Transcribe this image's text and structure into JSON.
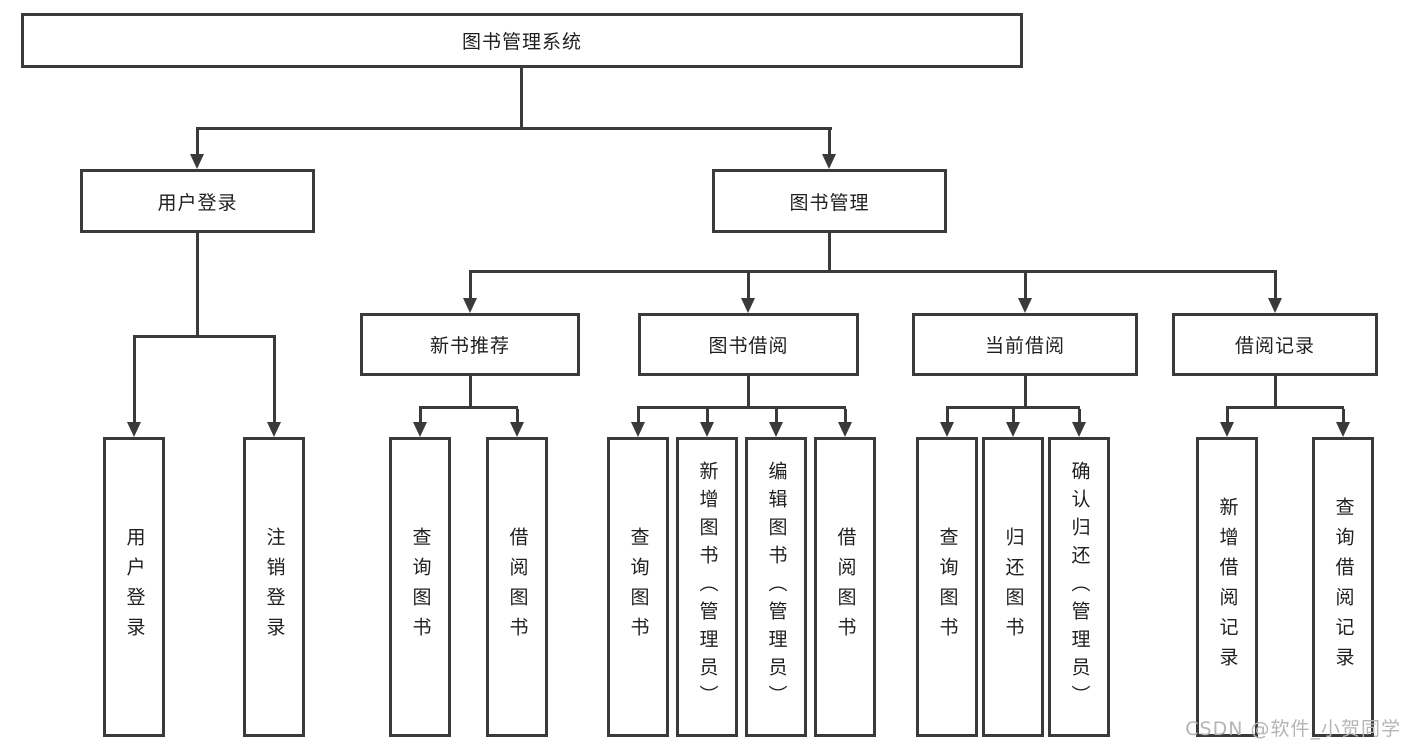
{
  "diagram": {
    "watermark": "CSDN @软件_小贺同学",
    "colors": {
      "line": "#3a3a3a",
      "text": "#1f1f1f",
      "watermark": "#b5b5b5",
      "background": "#ffffff"
    },
    "tree": {
      "root": {
        "label": "图书管理系统"
      },
      "branches": [
        {
          "label": "用户登录",
          "children": [
            {
              "label": "用户登录"
            },
            {
              "label": "注销登录"
            }
          ]
        },
        {
          "label": "图书管理",
          "children": [
            {
              "label": "新书推荐",
              "children": [
                {
                  "label": "查询图书"
                },
                {
                  "label": "借阅图书"
                }
              ]
            },
            {
              "label": "图书借阅",
              "children": [
                {
                  "label": "查询图书"
                },
                {
                  "label": "新增图书（管理员）"
                },
                {
                  "label": "编辑图书（管理员）"
                },
                {
                  "label": "借阅图书"
                }
              ]
            },
            {
              "label": "当前借阅",
              "children": [
                {
                  "label": "查询图书"
                },
                {
                  "label": "归还图书"
                },
                {
                  "label": "确认归还（管理员）"
                }
              ]
            },
            {
              "label": "借阅记录",
              "children": [
                {
                  "label": "新增借阅记录"
                },
                {
                  "label": "查询借阅记录"
                }
              ]
            }
          ]
        }
      ]
    }
  }
}
